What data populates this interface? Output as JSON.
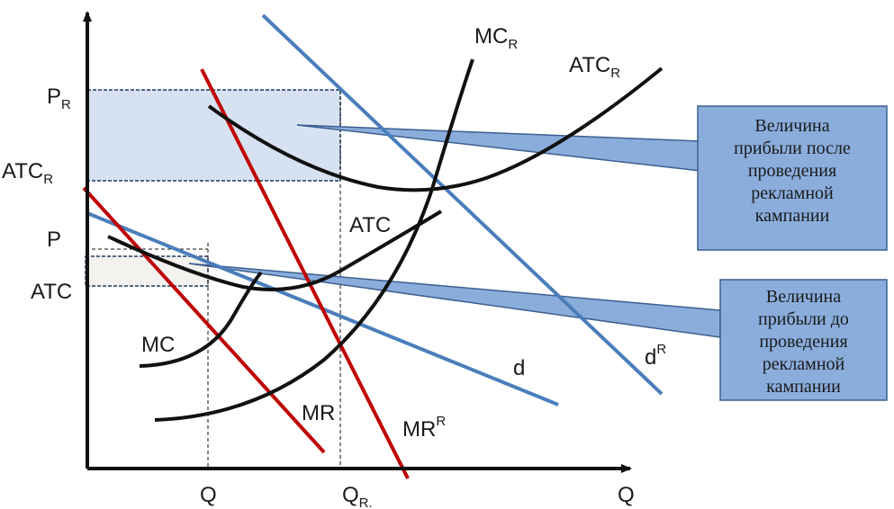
{
  "axes": {
    "x_label": "Q",
    "x_ticks": [
      "Q",
      "Q"
    ],
    "x_tick2_sub": "R.",
    "y_ticks": {
      "p_r": "P",
      "p_r_sub": "R",
      "atc_r": "ATC",
      "atc_r_sub": "R",
      "p": "P",
      "atc": "ATC"
    }
  },
  "curves": {
    "mc_r": "MC",
    "mc_r_sub": "R",
    "atc_r": "ATC",
    "atc_r_sub": "R",
    "atc": "ATC",
    "mc": "MC",
    "mr": "MR",
    "mr_r": "MR",
    "mr_r_sup": "R",
    "d": "d",
    "d_r": "d",
    "d_r_sup": "R"
  },
  "callouts": {
    "after": "Величина\nприбыли после\nпроведения\nрекламной\nкампании",
    "before": "Величина\nприбыли до\nпроведения\nрекламной\nкампании"
  },
  "colors": {
    "blue_line": "#4a7ebb",
    "red_line": "#c00000",
    "black_curve": "#111111",
    "callout_fill": "#8aaddc",
    "profit_after_fill": "#d6e1f2",
    "profit_before_fill": "#f4f2ee"
  }
}
